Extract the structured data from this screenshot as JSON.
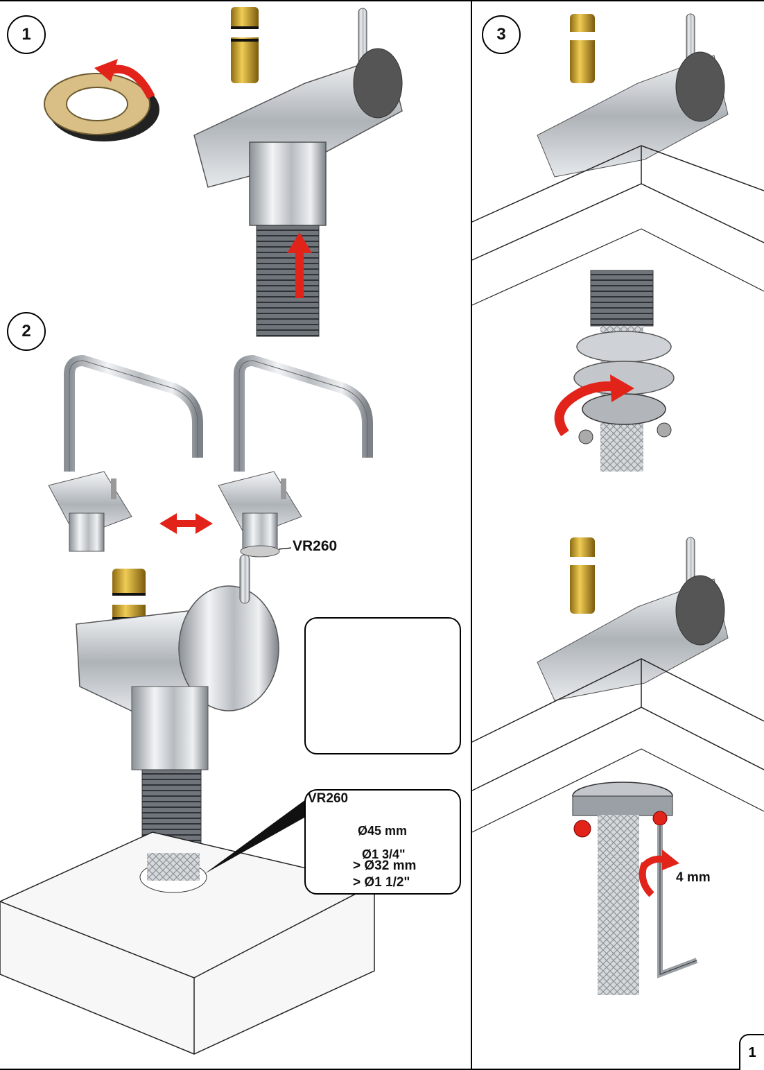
{
  "steps": {
    "step1": "1",
    "step2": "2",
    "step3": "3"
  },
  "labels": {
    "model_tag": "VR260",
    "inset_title": "VR260",
    "hole_large_mm": "Ø45 mm",
    "hole_large_in": "Ø1 3/4\"",
    "hole_min_mm": "> Ø32 mm",
    "hole_min_in": "> Ø1 1/2\"",
    "hex_key_size": "4 mm"
  },
  "page_number": "1",
  "colors": {
    "accent_red": "#e2231a",
    "brass": "#c9a227",
    "chrome": "#c8cdd2",
    "line": "#000000"
  },
  "icons": [
    "rotate-arrow-icon",
    "up-arrow-icon",
    "double-arrow-icon",
    "cross-prohibited-icon",
    "hex-key-icon"
  ]
}
